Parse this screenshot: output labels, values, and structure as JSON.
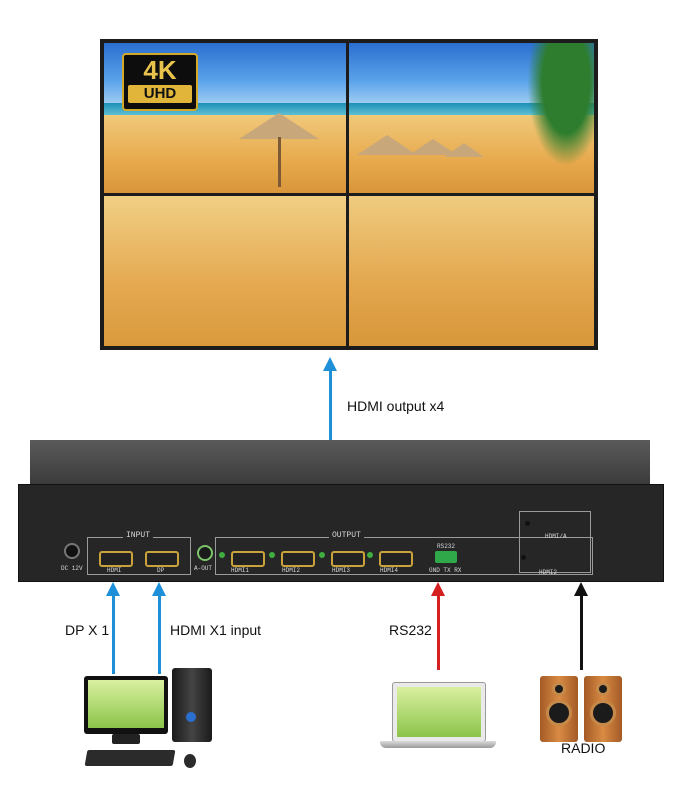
{
  "wall": {
    "badge_top": "4K",
    "badge_bottom": "UHD"
  },
  "labels": {
    "hdmi_output": "HDMI output x4",
    "dp": "DP X 1",
    "hdmi_input": "HDMI X1 input",
    "rs232": "RS232",
    "radio": "RADIO"
  },
  "panel": {
    "input_title": "INPUT",
    "output_title": "OUTPUT",
    "dc": "DC 12V",
    "hdmi_in": "HDMI",
    "dp_in": "DP",
    "aout": "A-OUT",
    "outputs": [
      "HDMI1",
      "HDMI2",
      "HDMI3",
      "HDMI4"
    ],
    "rs232_top": "RS232",
    "rs232_pins": "GND TX RX",
    "side_label_a": "HDMI/A",
    "side_label_b": "HDMI2"
  },
  "colors": {
    "arrow_blue": "#1e90d8",
    "arrow_red": "#d42020",
    "arrow_black": "#111111"
  }
}
